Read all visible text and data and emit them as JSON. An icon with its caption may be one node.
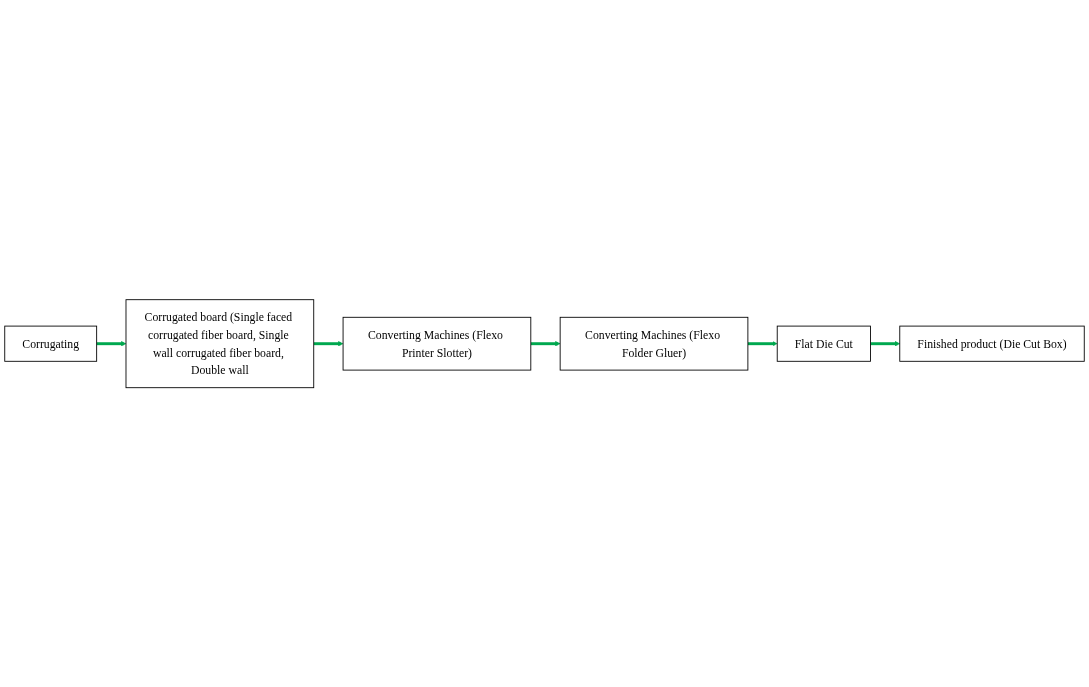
{
  "diagram": {
    "nodes": [
      {
        "text": [
          "Corrugating"
        ]
      },
      {
        "text": [
          "Corrugated board (Single faced corrugated fiber board, Single wall corrugated fiber board, Double wall"
        ]
      },
      {
        "text": [
          "Converting Machines (Flexo Printer Slotter)"
        ]
      },
      {
        "text": [
          "Converting Machines (Flexo Folder Gluer)"
        ]
      },
      {
        "text": [
          "Flat Die Cut"
        ]
      },
      {
        "text": [
          "Finished product (Die Cut Box)"
        ]
      }
    ],
    "edges": [
      {
        "from": 0,
        "to": 1,
        "arrow": "to"
      },
      {
        "from": 1,
        "to": 2,
        "arrow": "to"
      },
      {
        "from": 2,
        "to": 3,
        "arrow": "to"
      },
      {
        "from": 3,
        "to": 4,
        "arrow": "to"
      },
      {
        "from": 4,
        "to": 5,
        "arrow": "to"
      }
    ]
  }
}
